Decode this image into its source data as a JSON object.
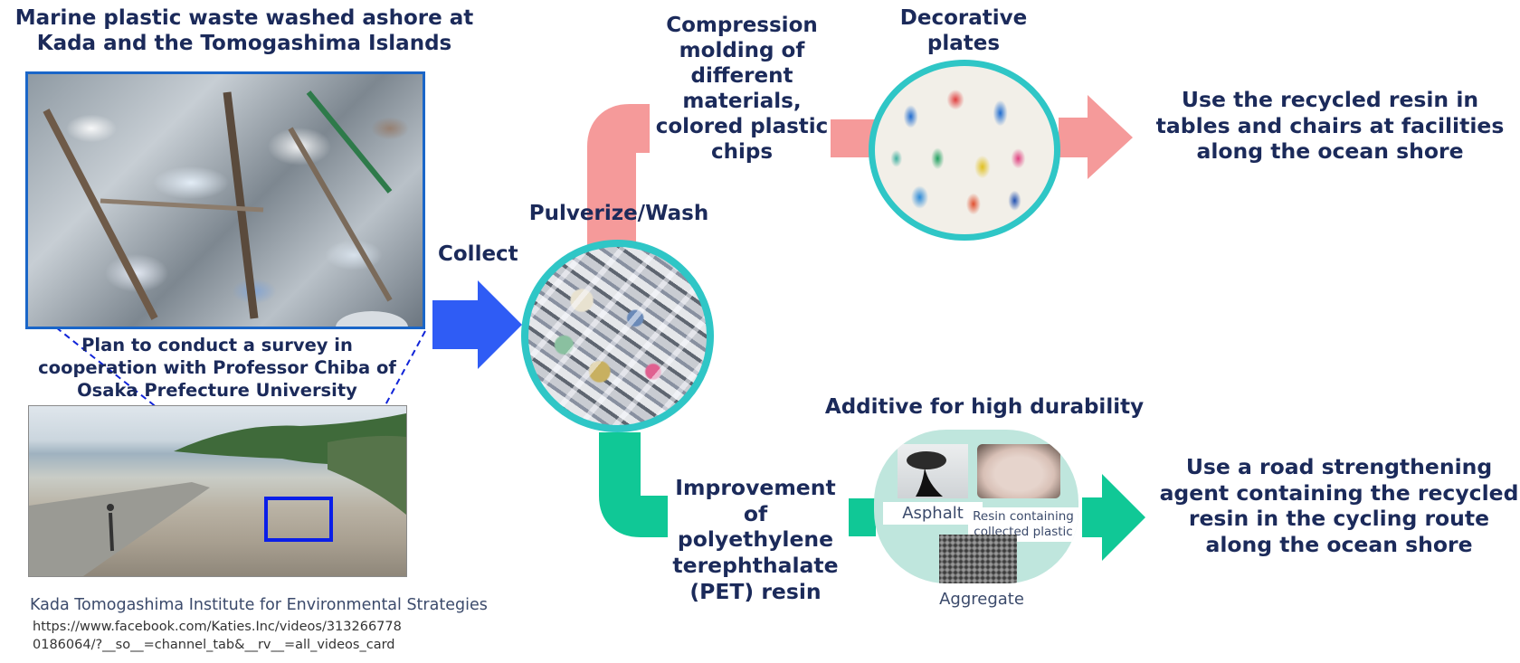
{
  "colors": {
    "navy": "#1b2a5a",
    "collect_arrow": "#2f5cf5",
    "pink_flow": "#f59a9a",
    "green_flow": "#10c896",
    "circle_border": "#2fc6c6",
    "callout_blue": "#1024d8",
    "mint_bg": "#bfe6dd"
  },
  "beach": {
    "title": "Marine plastic waste washed ashore at Kada and the Tomogashima Islands",
    "photo_icon": "plastic-bottles-photo-icon"
  },
  "survey": {
    "text": "Plan to conduct a survey in cooperation with Professor Chiba of Osaka Prefecture University",
    "photo_icon": "coastline-photo-icon"
  },
  "collect": {
    "label": "Collect"
  },
  "pulverize": {
    "label": "Pulverize/Wash"
  },
  "compression": {
    "label": "Compression molding of different materials, colored plastic chips"
  },
  "decorative": {
    "label": "Decorative plates"
  },
  "use_tables": {
    "label": "Use the recycled resin in tables and chairs at facilities along the ocean shore"
  },
  "improvement": {
    "label": "Improvement of polyethylene terephthalate (PET) resin"
  },
  "additive": {
    "label": "Additive for high durability",
    "asphalt": "Asphalt",
    "resin": "Resin containing collected plastic",
    "aggregate": "Aggregate"
  },
  "use_road": {
    "label": "Use a road strengthening agent containing the recycled resin in the cycling route along the ocean shore"
  },
  "footer": {
    "institute": "Kada Tomogashima Institute for Environmental Strategies",
    "url": "https://www.facebook.com/Katies.Inc/videos/313266778 0186064/?__so__=channel_tab&__rv__=all_videos_card"
  }
}
